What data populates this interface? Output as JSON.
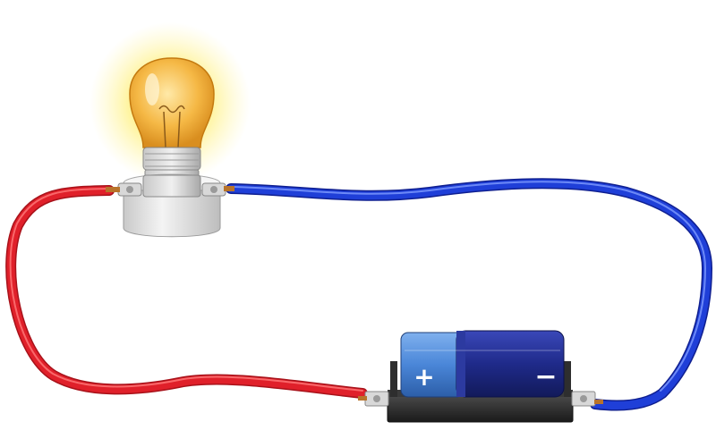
{
  "battery": {
    "positive_symbol": "+",
    "negative_symbol": "−"
  },
  "colors": {
    "positive_wire": "#e0202a",
    "negative_wire": "#1f3fd8",
    "battery_positive_cap": "#4a86d8",
    "battery_body": "#1f2a8a",
    "battery_holder": "#2a2a2a",
    "bulb_glow": "#fff07a",
    "bulb_glass": "#f5b845",
    "socket": "#e6e6e6",
    "terminal_copper": "#b8732a",
    "background": "#ffffff"
  },
  "components": {
    "bulb": "light-bulb-icon",
    "socket": "bulb-socket",
    "battery": "battery-cell-icon",
    "wires": [
      "red-wire",
      "blue-wire"
    ]
  }
}
